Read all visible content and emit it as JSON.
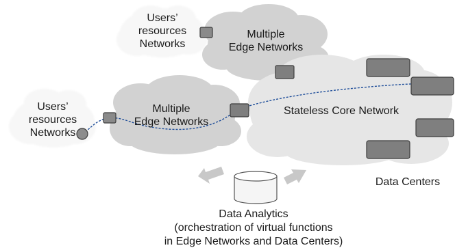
{
  "users_top": [
    "Users’",
    "resources",
    "Networks"
  ],
  "edge_top": [
    "Multiple",
    "Edge Networks"
  ],
  "users_left": [
    "Users’",
    "resources",
    "Networks"
  ],
  "edge_middle": [
    "Multiple",
    "Edge Networks"
  ],
  "core": "Stateless Core Network",
  "data_centers": "Data Centers",
  "analytics": [
    "Data Analytics",
    "(orchestration of virtual functions",
    "in Edge Networks and Data Centers)"
  ],
  "colors": {
    "cloud_gray": "#d2d2d2",
    "cloud_light": "#f7f7f7",
    "cloud_core": "#e6e6e6",
    "node_fill": "#7f7f7f",
    "node_stroke": "#3c3c3c",
    "link_line": "#1f4e9a",
    "arrow_fill": "#c8c8c8",
    "text": "#1a1a1a"
  }
}
